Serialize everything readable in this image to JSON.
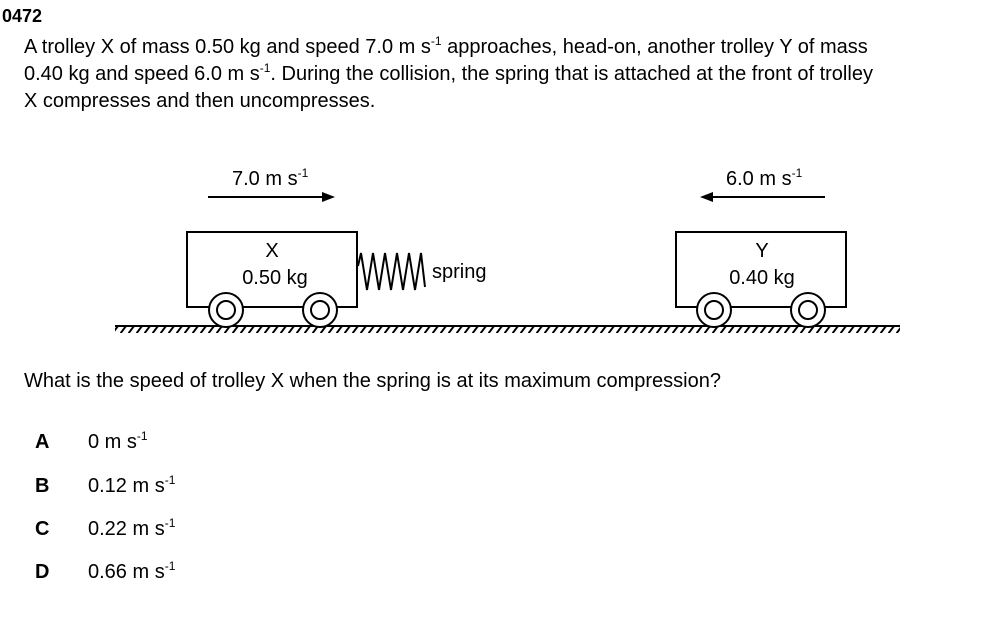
{
  "question_number": "0472",
  "stem": {
    "line1_a": "A trolley X of mass 0.50 kg and speed 7.0 m s",
    "line1_b": " approaches, head-on, another trolley Y of mass",
    "line2_a": "0.40 kg and speed 6.0 m s",
    "line2_b": ". During the collision, the spring that is attached at the front of trolley",
    "line3": "X compresses and then uncompresses.",
    "exp": "-1"
  },
  "diagram": {
    "speed_x": "7.0 m s",
    "speed_y": "6.0 m s",
    "exp": "-1",
    "trolley_x_name": "X",
    "trolley_x_mass": "0.50 kg",
    "trolley_y_name": "Y",
    "trolley_y_mass": "0.40 kg",
    "spring_label": "spring"
  },
  "question": "What is the speed of trolley X when the spring is at its maximum compression?",
  "options": [
    {
      "letter": "A",
      "value": "0 m s",
      "exp": "-1"
    },
    {
      "letter": "B",
      "value": "0.12 m s",
      "exp": "-1"
    },
    {
      "letter": "C",
      "value": "0.22 m s",
      "exp": "-1"
    },
    {
      "letter": "D",
      "value": "0.66 m s",
      "exp": "-1"
    }
  ]
}
